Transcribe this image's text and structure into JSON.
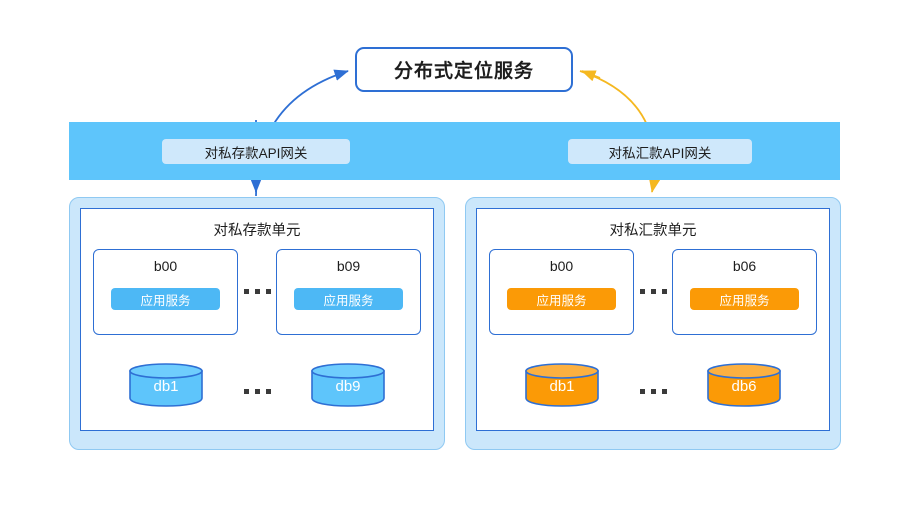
{
  "diagram": {
    "title_box": {
      "label": "分布式定位服务"
    },
    "gateways": [
      {
        "id": "gw-left",
        "label": "对私存款API网关"
      },
      {
        "id": "gw-right",
        "label": "对私汇款API网关"
      }
    ],
    "units": [
      {
        "id": "unit-left",
        "title": "对私存款单元",
        "accent": "#4db8f5",
        "nodes": [
          {
            "name": "b00",
            "service": "应用服务"
          },
          {
            "name": "b09",
            "service": "应用服务"
          }
        ],
        "databases": [
          {
            "name": "db1"
          },
          {
            "name": "db9"
          }
        ]
      },
      {
        "id": "unit-right",
        "title": "对私汇款单元",
        "accent": "#fb9a06",
        "nodes": [
          {
            "name": "b00",
            "service": "应用服务"
          },
          {
            "name": "b06",
            "service": "应用服务"
          }
        ],
        "databases": [
          {
            "name": "db1"
          },
          {
            "name": "db6"
          }
        ]
      }
    ],
    "colors": {
      "band": "#5ec5fb",
      "gateway_pill": "#cfe8fb",
      "container": "#cbe7fb",
      "stroke_blue": "#2e6fd4",
      "service_blue": "#4db8f5",
      "service_orange": "#fb9a06",
      "arrow_blue": "#2e6fd4",
      "arrow_yellow": "#f5b820",
      "db_blue": "#5ec5fb",
      "db_orange": "#fb9a06"
    }
  }
}
